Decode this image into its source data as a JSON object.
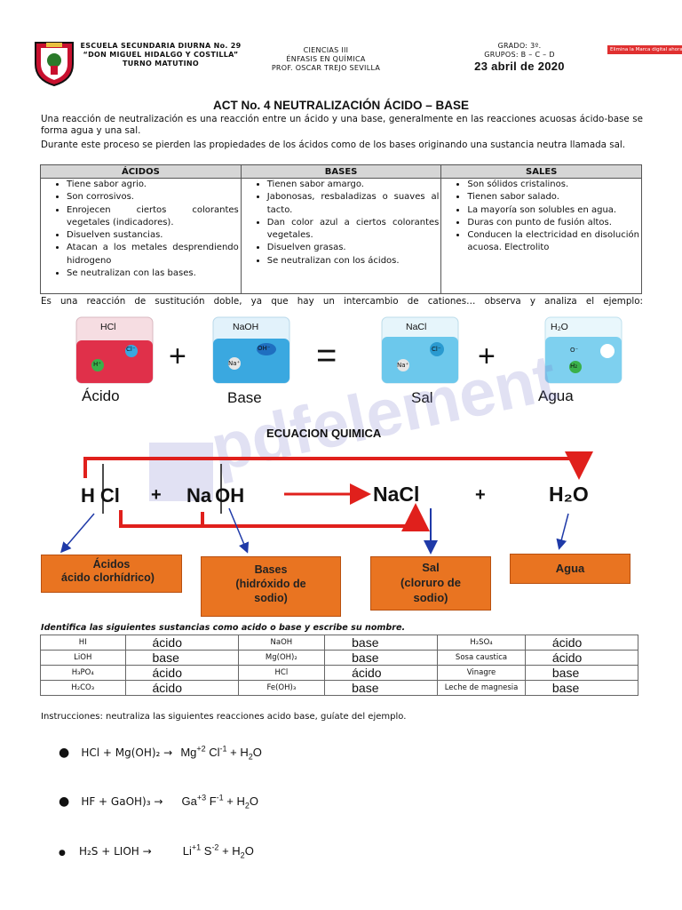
{
  "header": {
    "school_line1": "ESCUELA SECUNDARIA DIURNA No. 29",
    "school_line2": "“DON MIGUEL HIDALGO Y COSTILLA”",
    "school_line3": "TURNO MATUTINO",
    "subject_line1": "CIENCIAS III",
    "subject_line2": "ÉNFASIS EN QUÍMICA",
    "subject_line3": "PROF. OSCAR TREJO SEVILLA",
    "grade": "GRADO: 3º.",
    "groups": "GRUPOS: B – C – D",
    "date": "23 abril de 2020",
    "watermark_button": "Elimina la Marca digital ahora"
  },
  "title": "ACT No. 4 NEUTRALIZACIÓN ÁCIDO – BASE",
  "intro_p1": "Una reacción de neutralización es una reacción entre un ácido y una base, generalmente en las reacciones acuosas ácido-base se forma agua y una sal.",
  "intro_p2": "Durante este proceso se pierden las propiedades de los ácidos como de los bases originando una sustancia neutra llamada sal.",
  "props_table": {
    "headers": [
      "ÁCIDOS",
      "BASES",
      "SALES"
    ],
    "acidos": [
      "Tiene sabor agrio.",
      "Son corrosivos.",
      "Enrojecen ciertos colorantes vegetales (indicadores).",
      "Disuelven sustancias.",
      "Atacan a los metales desprendiendo hidrogeno",
      "Se neutralizan con las bases."
    ],
    "bases": [
      "Tienen sabor amargo.",
      "Jabonosas, resbaladizas o suaves al tacto.",
      "Dan color azul a ciertos colorantes vegetales.",
      "Disuelven grasas.",
      "Se neutralizan con los ácidos."
    ],
    "sales": [
      "Son sólidos cristalinos.",
      "Tienen sabor salado.",
      "La mayoría son solubles en agua.",
      "Duras con punto de fusión altos.",
      "Conducen la electricidad en disolución acuosa. Electrolito"
    ]
  },
  "sustitucion_text": "Es una reacción de sustitución doble, ya que hay un intercambio de cationes… observa y analiza el ejemplo:",
  "beakers": {
    "acid": {
      "formula": "HCl",
      "ion1": "Cl⁻",
      "ion2": "H⁺",
      "label": "Ácido"
    },
    "base": {
      "formula": "NaOH",
      "ion1": "OH⁻",
      "ion2": "Na⁺",
      "label": "Base"
    },
    "salt": {
      "formula": "NaCl",
      "ion1": "Cl⁻",
      "ion2": "Na⁺",
      "label": "Sal"
    },
    "water": {
      "formula": "H₂O",
      "ion1": "O⁻",
      "ion2": "H₂",
      "label": "Agua"
    },
    "plus": "+",
    "equals": "="
  },
  "equation": {
    "heading": "ECUACION QUIMICA",
    "hcl_h": "H",
    "hcl_cl": "Cl",
    "plus1": "+",
    "naoh_na": "Na",
    "naoh_oh": "OH",
    "nacl": "NaCl",
    "plus2": "+",
    "water": "H₂O",
    "watermark": "pdfelement",
    "box_acidos_1": "Ácidos",
    "box_acidos_2": "ácido clorhídrico)",
    "box_bases_1": "Bases",
    "box_bases_2": "(hidróxido de",
    "box_bases_3": "sodio)",
    "box_sal_1": "Sal",
    "box_sal_2": "(cloruro de",
    "box_sal_3": "sodio)",
    "box_agua": "Agua"
  },
  "identify": {
    "instruction": "Identifica las siguientes sustancias como acido o base y escribe su nombre.",
    "rows": [
      [
        "HI",
        "ácido",
        "NaOH",
        "base",
        "H₂SO₄",
        "ácido"
      ],
      [
        "LiOH",
        "base",
        "Mg(OH)₂",
        "base",
        "Sosa caustica",
        "ácido"
      ],
      [
        "H₃PO₄",
        "ácido",
        "HCl",
        "ácido",
        "Vinagre",
        "base"
      ],
      [
        "H₂CO₃",
        "ácido",
        "Fe(OH)₃",
        "base",
        "Leche de magnesia",
        "base"
      ]
    ]
  },
  "instructions2": "Instrucciones: neutraliza las siguientes reacciones acido base, guíate del ejemplo.",
  "reactions": [
    {
      "left": "HCl + Mg(OH)₂ →",
      "cation": "Mg",
      "cation_charge": "+2",
      "anion": " Cl",
      "anion_charge": "-1",
      "water_pre": " + H",
      "water_sub": "2",
      "water_post": "O"
    },
    {
      "left": "HF + GaOH)₃ →",
      "cation": "Ga",
      "cation_charge": "+3",
      "anion": " F",
      "anion_charge": "-1",
      "water_pre": " + H",
      "water_sub": "2",
      "water_post": "O"
    },
    {
      "left": "H₂S + LIOH →",
      "cation": "Li",
      "cation_charge": "+1",
      "anion": " S",
      "anion_charge": "-2",
      "water_pre": " + H",
      "water_sub": "2",
      "water_post": "O"
    }
  ],
  "colors": {
    "accent_red": "#e0201c",
    "orange_box": "#e97421",
    "header_gray": "#d6d6d6",
    "acid_liquid": "#e0304a",
    "base_liquid": "#3aa8e0",
    "salt_liquid": "#6cc8ec",
    "water_liquid": "#7ed0ef"
  }
}
